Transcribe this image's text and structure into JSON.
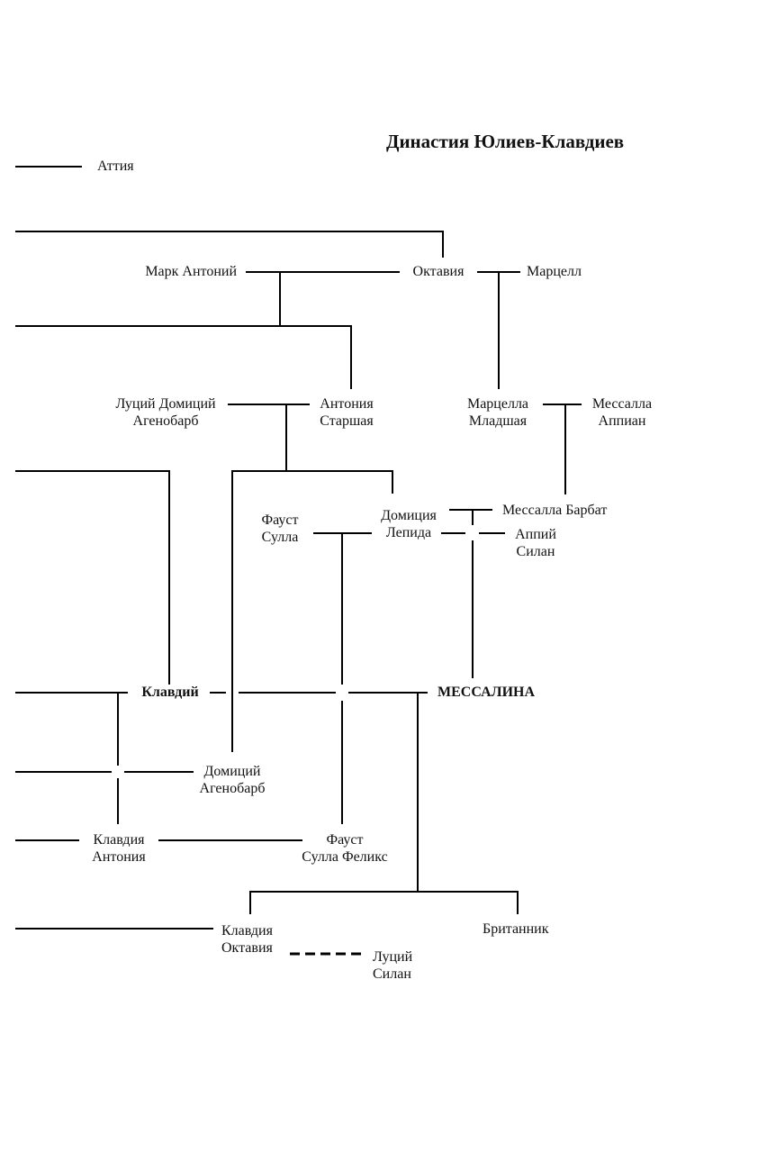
{
  "title": "Династия Юлиев-Клавдиев",
  "people": {
    "attia": "Аттия",
    "mark_antony": "Марк Антоний",
    "octavia": "Октавия",
    "marcellus": "Марцелл",
    "lucius_domitius_1": "Луций Домиций",
    "lucius_domitius_2": "Агенобарб",
    "antonia_1": "Антония",
    "antonia_2": "Старшая",
    "marcella_1": "Марцелла",
    "marcella_2": "Младшая",
    "messalla_appian_1": "Мессалла",
    "messalla_appian_2": "Аппиан",
    "faust_sulla_1": "Фауст",
    "faust_sulla_2": "Сулла",
    "domitia_lepida_1": "Домиция",
    "domitia_lepida_2": "Лепида",
    "messalla_barbatus": "Мессалла Барбат",
    "appius_silanus_1": "Аппий",
    "appius_silanus_2": "Силан",
    "claudius": "Клавдий",
    "messalina": "МЕССАЛИНА",
    "domitius_ahenobarbus_1": "Домиций",
    "domitius_ahenobarbus_2": "Агенобарб",
    "claudia_antonia_1": "Клавдия",
    "claudia_antonia_2": "Антония",
    "faust_sulla_felix_1": "Фауст",
    "faust_sulla_felix_2": "Сулла Феликс",
    "claudia_octavia_1": "Клавдия",
    "claudia_octavia_2": "Октавия",
    "britannicus": "Британник",
    "lucius_silanus_1": "Луций",
    "lucius_silanus_2": "Силан"
  },
  "line_color": "#000000"
}
